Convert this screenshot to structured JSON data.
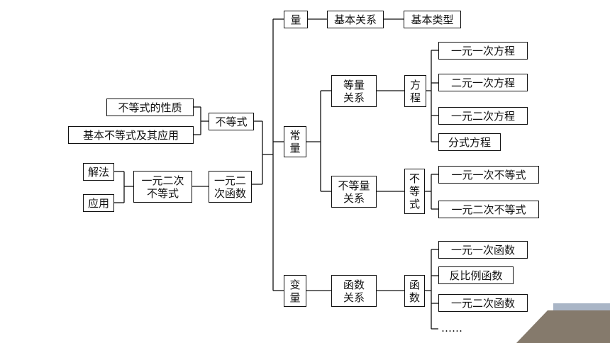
{
  "diagram": {
    "nodes": {
      "liang": "量",
      "jiben_guanxi": "基本关系",
      "jiben_leixing": "基本类型",
      "chang_liang": "常\n量",
      "bian_liang": "变\n量",
      "deng_liang_guanxi": "等量\n关系",
      "bu_deng_liang_guanxi": "不等量\n关系",
      "hanshu_guanxi": "函数\n关系",
      "fangcheng": "方\n程",
      "budengshi_v": "不\n等\n式",
      "hanshu_v": "函\n数",
      "eq_1": "一元一次方程",
      "eq_2": "二元一次方程",
      "eq_3": "一元二次方程",
      "eq_4": "分式方程",
      "ineq_1": "一元一次不等式",
      "ineq_2": "一元二次不等式",
      "fn_1": "一元一次函数",
      "fn_2": "反比例函数",
      "fn_3": "一元二次函数",
      "fn_more": "……",
      "budengshi": "不等式",
      "xingzhi": "不等式的性质",
      "jiben_budengshi": "基本不等式及其应用",
      "yiyuan_erci_hanshu": "一元二\n次函数",
      "yiyuan_erci_budengshi": "一元二次\n不等式",
      "jiefa": "解法",
      "yingyong": "应用"
    }
  },
  "decor": {
    "colors": {
      "steel": "#a9b5c6",
      "taupe": "#857a6c"
    }
  }
}
